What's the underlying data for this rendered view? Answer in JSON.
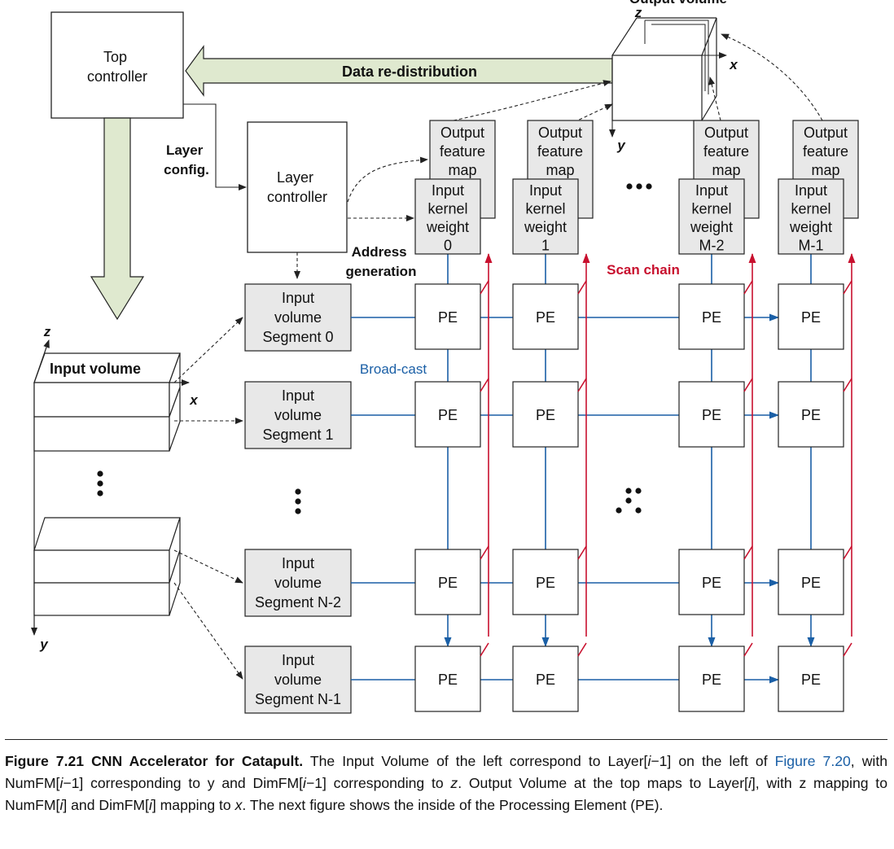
{
  "colors": {
    "blue": "#1a5fa6",
    "red": "#c8102e",
    "green_fill": "#dfe9cf",
    "gray_fill": "#e8e8e8"
  },
  "labels": {
    "top_controller": [
      "Top",
      "controller"
    ],
    "data_redistribution": "Data re-distribution",
    "output_volume": "Output volume",
    "layer_config": [
      "Layer",
      "config."
    ],
    "layer_controller": [
      "Layer",
      "controller"
    ],
    "address_generation": [
      "Address",
      "generation"
    ],
    "scan_chain": "Scan chain",
    "broadcast": "Broad-cast",
    "input_volume": "Input volume",
    "axis_x": "x",
    "axis_y": "y",
    "axis_z": "z",
    "pe": "PE"
  },
  "output_maps": [
    [
      "Output",
      "feature",
      "map"
    ],
    [
      "Output",
      "feature",
      "map"
    ],
    [
      "Output",
      "feature",
      "map"
    ],
    [
      "Output",
      "feature",
      "map"
    ]
  ],
  "kernel_weights": [
    [
      "Input",
      "kernel",
      "weight",
      "0"
    ],
    [
      "Input",
      "kernel",
      "weight",
      "1"
    ],
    [
      "Input",
      "kernel",
      "weight",
      "M-2"
    ],
    [
      "Input",
      "kernel",
      "weight",
      "M-1"
    ]
  ],
  "segments": [
    [
      "Input",
      "volume",
      "Segment 0"
    ],
    [
      "Input",
      "volume",
      "Segment 1"
    ],
    [
      "Input",
      "volume",
      "Segment N-2"
    ],
    [
      "Input",
      "volume",
      "Segment N-1"
    ]
  ],
  "caption": {
    "figure_label": "Figure 7.21",
    "figure_title": "CNN Accelerator for Catapult.",
    "t1": " The Input Volume of the left correspond to Layer[",
    "i1": "i",
    "t2": "−1] on the left of ",
    "link": "Figure 7.20",
    "t3": ", with NumFM[",
    "i2": "i",
    "t4": "−1] corresponding to y and DimFM[",
    "i3": "i",
    "t5": "−1] corresponding to ",
    "z": "z",
    "t6": ". Output Volume at the top maps to Layer[",
    "i4": "i",
    "t7": "], with z mapping to NumFM[",
    "i5": "i",
    "t8": "] and DimFM[",
    "i6": "i",
    "t9": "] mapping to ",
    "x": "x",
    "t10": ". The next figure shows the inside of the Processing Element (PE)."
  }
}
